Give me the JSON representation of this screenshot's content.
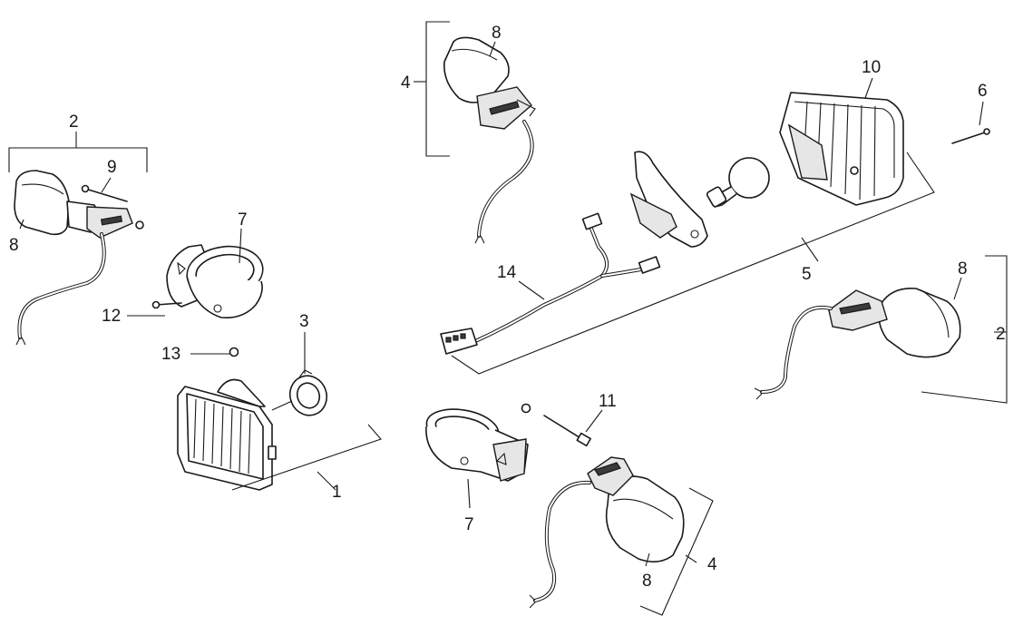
{
  "callouts": {
    "c1": "1",
    "c2_left": "2",
    "c2_right": "2",
    "c3": "3",
    "c4_top": "4",
    "c4_bottom": "4",
    "c5": "5",
    "c6": "6",
    "c7_top": "7",
    "c7_bottom": "7",
    "c8_left": "8",
    "c8_top": "8",
    "c8_right": "8",
    "c8_bottom": "8",
    "c9": "9",
    "c10": "10",
    "c11": "11",
    "c12": "12",
    "c13": "13",
    "c14": "14"
  },
  "colors": {
    "line": "#1a1a1a",
    "background": "#ffffff",
    "shade": "#e6e6e6"
  }
}
